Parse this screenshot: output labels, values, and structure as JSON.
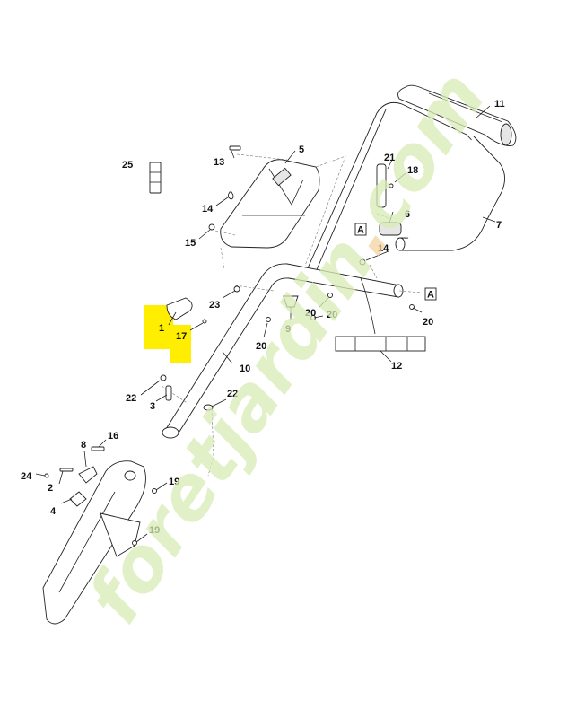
{
  "watermark": {
    "part1": "foretjardin",
    "dot": ".",
    "part2": "com"
  },
  "highlight_color": "#ffee00",
  "watermark_color": "#d8ecb5",
  "callouts": {
    "c1": "1",
    "c2": "2",
    "c3": "3",
    "c4": "4",
    "c5": "5",
    "c6": "6",
    "c7": "7",
    "c8": "8",
    "c9": "9",
    "c10": "10",
    "c11": "11",
    "c12": "12",
    "c13": "13",
    "c14a": "14",
    "c14b": "14",
    "c15": "15",
    "c16": "16",
    "c17": "17",
    "c18": "18",
    "c19a": "19",
    "c19b": "19",
    "c20a": "20",
    "c20b": "20",
    "c20c": "20",
    "c20d": "20",
    "c21": "21",
    "c22a": "22",
    "c22b": "22",
    "c23": "23",
    "c24": "24",
    "c25": "25"
  },
  "markers": {
    "a1": "A",
    "a2": "A"
  }
}
